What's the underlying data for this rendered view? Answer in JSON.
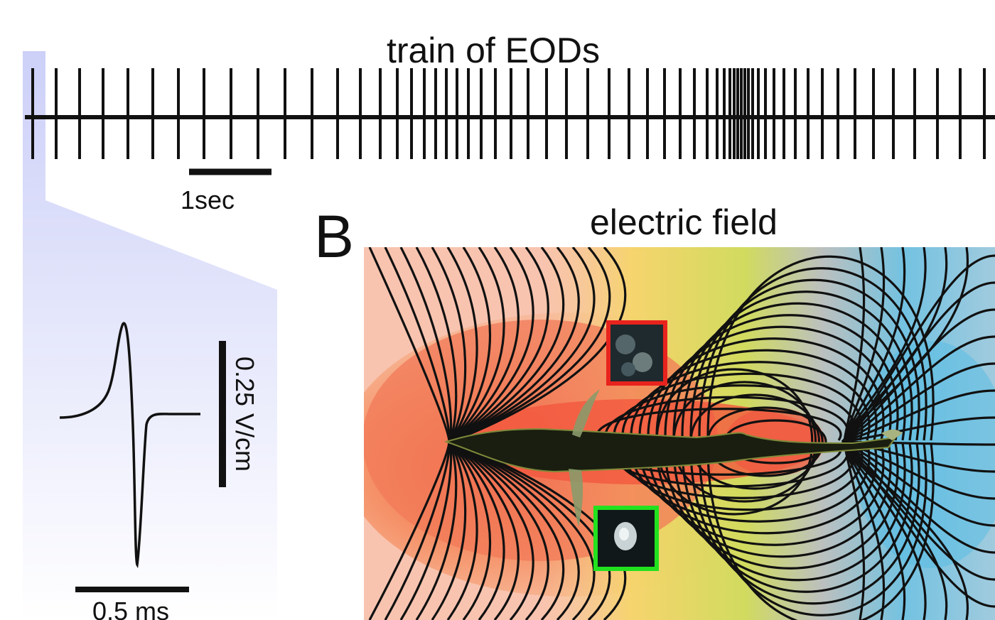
{
  "train": {
    "title": "train of EODs",
    "time_scale_label": "1sec"
  },
  "eod": {
    "amplitude_scale_label": "0.25 V/cm",
    "time_scale_label": "0.5 ms"
  },
  "field": {
    "panel_letter": "B",
    "title": "electric field",
    "object_frames": [
      {
        "name": "red-frame-object",
        "color": "#e8231e"
      },
      {
        "name": "green-frame-object",
        "color": "#22e11e"
      }
    ]
  },
  "colors": {
    "highlight": "#c9ccf6",
    "trace": "#111111",
    "field_red": "#f2573f",
    "field_orange": "#f4a06a",
    "field_yellow": "#f6d56a",
    "field_green": "#cfdc5a",
    "field_gray": "#b8c0bf",
    "field_blue": "#6cc2e4"
  }
}
